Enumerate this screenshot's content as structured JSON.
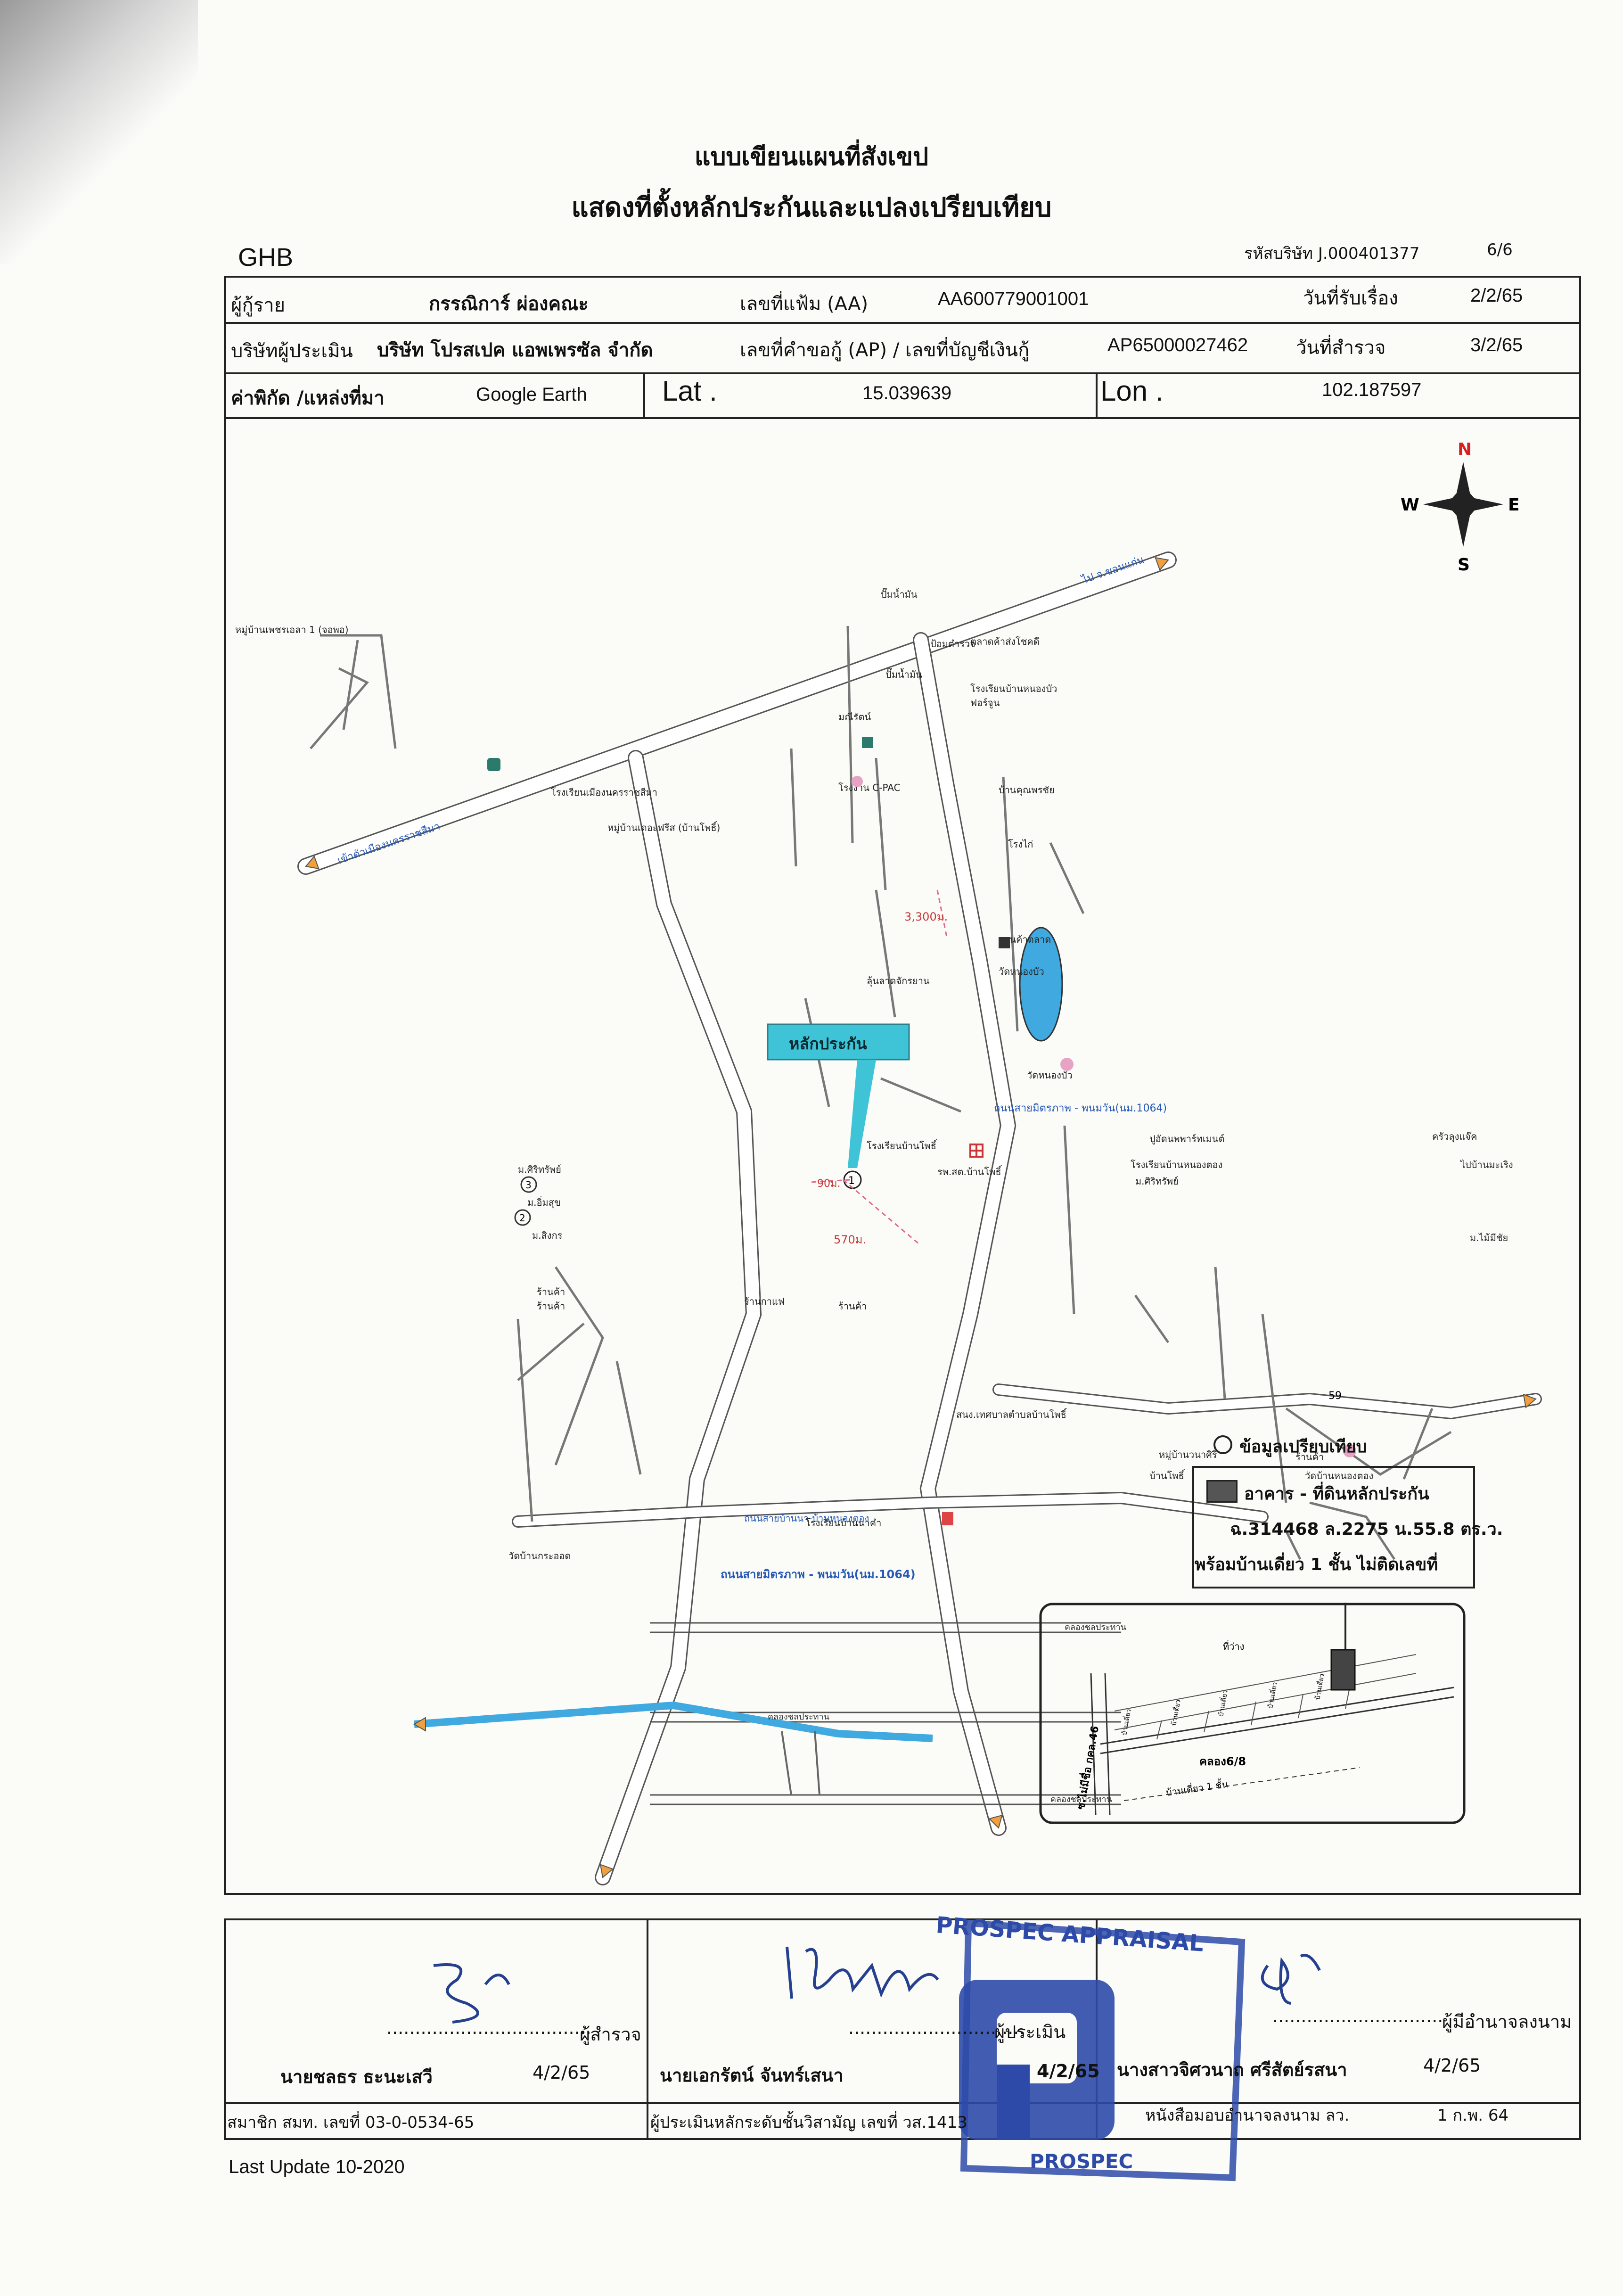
{
  "header": {
    "title_line1": "แบบเขียนแผนที่สังเขป",
    "title_line2": "แสดงที่ตั้งหลักประกันและแปลงเปรียบเทียบ",
    "bank_code": "GHB",
    "company_code": "รหัสบริษัท J.000401377",
    "page": "6/6"
  },
  "info": {
    "borrower_label": "ผู้กู้ราย",
    "borrower_value": "กรรณิการ์  ผ่องคณะ",
    "file_label": "เลขที่แฟ้ม (AA)",
    "file_value": "AA600779001001",
    "received_label": "วันที่รับเรื่อง",
    "received_value": "2/2/65",
    "company_label": "บริษัทผู้ประเมิน",
    "company_value": "บริษัท โปรสเปค แอพเพรซัล จำกัด",
    "ap_label": "เลขที่คำขอกู้ (AP) / เลขที่บัญชีเงินกู้",
    "ap_value": "AP65000027462",
    "survey_label": "วันที่สำรวจ",
    "survey_value": "3/2/65",
    "coord_label": "ค่าพิกัด /แหล่งที่มา",
    "coord_source": "Google Earth",
    "lat_label": "Lat .",
    "lat_value": "15.039639",
    "lon_label": "Lon .",
    "lon_value": "102.187597"
  },
  "compass": {
    "n": "N",
    "s": "S",
    "e": "E",
    "w": "W"
  },
  "map": {
    "collateral_label": "หลักประกัน",
    "road_top": "ไป จ.ขอนแก่น",
    "road_left": "เข้าตัวเมืองนครราชสีมา",
    "road_main": "ถนนสายมิตรภาพ - พนมวัน(นม.1064)",
    "road_bottom": "ถนนสายมิตรภาพ - พนมวัน(นม.1064)",
    "road_village": "ถนนสายบ้านนา-บ้านหนองตอง",
    "canal1": "คลองชลประทาน",
    "canal2": "คลองชลประทาน",
    "canal3": "คลองชลประทาน",
    "dist1": "3,300ม.",
    "dist2": "90ม.",
    "dist3": "570ม.",
    "road59": "59",
    "labels": [
      "หมู่บ้านเพชรเอลา 1 (จอพอ)",
      "ปั๊มน้ำมัน",
      "ป้อมตำรวจ",
      "ตลาดค้าส่งโชคดี",
      "โรงเรียนบ้านหนองบัว",
      "ปั๊มน้ำมัน",
      "ฟอร์จูน",
      "มณีรัตน์",
      "โรงงาน C-PAC",
      "บ้านคุณพรชัย",
      "โรงเรียนเมืองนครราชสีมา",
      "หมู่บ้านเดอะฟรีส (บ้านโพธิ์)",
      "โรงไก่",
      "ลานค้าตลาด",
      "วัดหนองบัว",
      "วัดหนองบัว",
      "ลุ้นลาดจักรยาน",
      "โรงเรียนบ้านโพธิ์",
      "รพ.สต.บ้านโพธิ์",
      "ปูอัดนพพาร์ทเมนต์",
      "โรงเรียนบ้านหนองตอง",
      "ม.ศิริทรัพย์",
      "ครัวลุงแจ๊ค",
      "ม.ไม้มีชัย",
      "ม.ศิริทรัพย์",
      "ม.อิ่มสุข",
      "ม.สิงกร",
      "ร้านค้า",
      "ร้านค้า",
      "ร้านกาแฟ",
      "ร้านค้า",
      "โรงเรียนบ้านนาคำ",
      "สนง.เทศบาลตำบลบ้านโพธิ์",
      "หมู่บ้านวนาศิริ",
      "บ้านโพธิ์",
      "ร้านค้า",
      "วัดบ้านหนองตอง",
      "วัดบ้านกระออด",
      "ไปบ้านมะเริง"
    ]
  },
  "comparison": {
    "legend": "ข้อมูลเปรียบเทียบ",
    "line1": "อาคาร - ที่ดินหลักประกัน",
    "line2": "ฉ.314468 ล.2275 น.55.8 ตร.ว.",
    "line3": "พร้อมบ้านเดี่ยว 1 ชั้น ไม่ติดเลขที่",
    "inset_road": "ซ.ไม่มีชื่อ กคล.46",
    "inset_lane": "คลอง6/8",
    "inset_house": "บ้านเดี่ยว 1 ชั้น",
    "inset_house_plots": [
      "บ้านเดี่ยว",
      "บ้านเดี่ยว",
      "บ้านเดี่ยว",
      "บ้านเดี่ยว",
      "บ้านเดี่ยว"
    ],
    "inset_top": "ที่ว่าง"
  },
  "signatures": {
    "surveyor_role": "ผู้สำรวจ",
    "surveyor_name": "นายชลธร  ธะนะเสวี",
    "surveyor_date": "4/2/65",
    "surveyor_member": "สมาชิก สมท. เลขที่ 03-0-0534-65",
    "appraiser_role": "ผู้ประเมิน",
    "appraiser_name": "นายเอกรัตน์ จันทร์เสนา",
    "appraiser_date": "4/2/65",
    "appraiser_license": "ผู้ประเมินหลักระดับชั้นวิสามัญ เลขที่ วส.1413",
    "signer_role": "ผู้มีอำนาจลงนาม",
    "signer_name": "นางสาวจิศวนาถ ศรีสัตย์รสนา",
    "signer_date": "4/2/65",
    "signer_letter": "หนังสือมอบอำนาจลงนาม ลว.",
    "signer_letter_date": "1 ก.พ. 64",
    "stamp_text_top": "PROSPEC APPRAISAL",
    "stamp_text_bottom": "PROSPEC"
  },
  "footer": {
    "last_update": "Last Update 10-2020"
  },
  "colors": {
    "road": "#ffffff",
    "road_outline": "#555555",
    "collateral": "#3ec4d6",
    "stamp": "#2d4aa8",
    "water": "#3fa9e0"
  }
}
